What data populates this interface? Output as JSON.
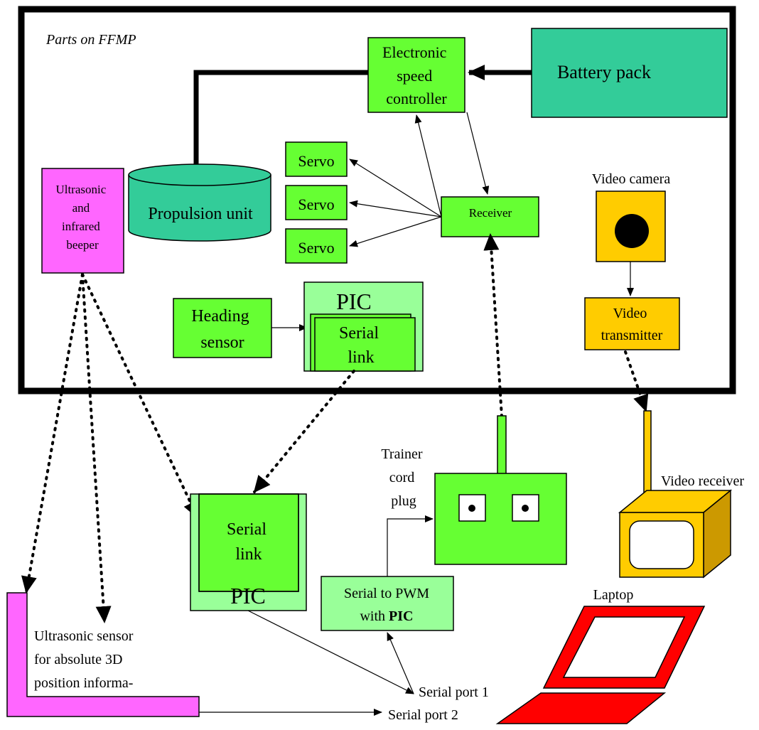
{
  "frame_label": "Parts on FFMP",
  "blocks": {
    "esc": [
      "Electronic",
      "speed",
      "controller"
    ],
    "battery": "Battery pack",
    "servo_1": "Servo",
    "servo_2": "Servo",
    "servo_3": "Servo",
    "propulsion": "Propulsion unit",
    "beeper": [
      "Ultrasonic",
      "and",
      "infrared",
      "beeper"
    ],
    "receiver": "Receiver",
    "video_camera": "Video camera",
    "video_transmitter": [
      "Video",
      "transmitter"
    ],
    "heading_sensor": [
      "Heading",
      "sensor"
    ],
    "pic_onboard": "PIC",
    "serial_link_onboard": [
      "Serial",
      "link"
    ],
    "trainer_cord_plug": [
      "Trainer",
      "cord",
      "plug"
    ],
    "video_receiver": "Video receiver",
    "serial_link_ground": [
      "Serial",
      "link"
    ],
    "pic_ground": "PIC",
    "serial_to_pwm": [
      "Serial to PWM",
      "with "
    ],
    "serial_to_pwm_bold": "PIC",
    "laptop": "Laptop",
    "ultrasonic_sensor": [
      "Ultrasonic sensor",
      "for absolute 3D",
      "position informa-"
    ],
    "serial_port_1": "Serial port 1",
    "serial_port_2": "Serial port 2"
  },
  "colors": {
    "light_green": "#66FF33",
    "pale_green": "#99FF99",
    "teal": "#33CC99",
    "magenta": "#FF66FF",
    "amber": "#FFCC00",
    "red": "#FF0000"
  }
}
